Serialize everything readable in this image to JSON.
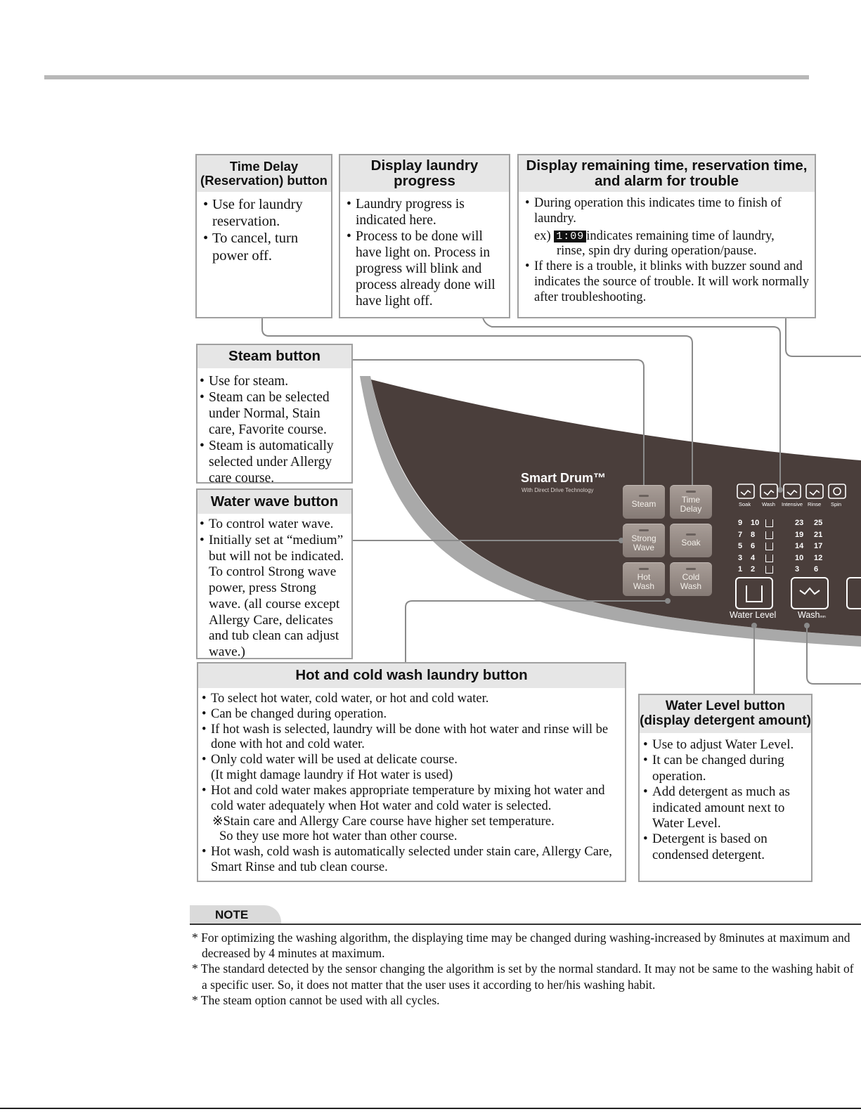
{
  "boxes": {
    "time_delay": {
      "title_line1": "Time Delay",
      "title_line2": "(Reservation) button",
      "items": [
        "Use for laundry reservation.",
        "To cancel, turn power off."
      ]
    },
    "display_progress": {
      "title_line1": "Display laundry",
      "title_line2": "progress",
      "items": [
        "Laundry progress is indicated here.",
        "Process to be done will have light on. Process in progress will blink and process already done will have light off."
      ]
    },
    "display_time": {
      "title_line1": "Display remaining time, reservation time,",
      "title_line2": "and alarm for trouble",
      "item1": "During operation this indicates time to finish of laundry.",
      "item1_ex_prefix": "ex)",
      "item1_ex_lcd": "1:09",
      "item1_ex_text": "indicates remaining time of laundry,",
      "item1_ex_text2": "rinse, spin dry during operation/pause.",
      "item2": "If there is a trouble, it blinks with buzzer sound and indicates the source of  trouble. It will work normally after troubleshooting."
    },
    "steam": {
      "title": "Steam button",
      "items": [
        "Use for steam.",
        "Steam can be selected under Normal, Stain care, Favorite course.",
        "Steam is automatically selected under Allergy care course."
      ]
    },
    "water_wave": {
      "title": "Water wave button",
      "items": [
        "To control water wave.",
        "Initially set at “medium” but will not be indicated. To control Strong wave power, press Strong wave. (all course except Allergy Care, delicates and tub clean can adjust wave.)"
      ]
    },
    "hot_cold": {
      "title": "Hot and cold wash laundry button",
      "items": [
        "To select hot water, cold water, or hot and cold water.",
        "Can be changed during operation.",
        "If hot wash is selected, laundry will be done with hot water and rinse will be done with hot and cold water.",
        "Only cold water will be used at delicate course.",
        "Hot and cold water makes appropriate temperature by mixing hot water and cold water adequately when Hot water and cold water is selected.",
        "Hot wash, cold wash is automatically selected under stain care, Allergy Care, Smart Rinse and tub clean course."
      ],
      "item4_sub": "(It might damage laundry if Hot water is used)",
      "item5_sub1": "※Stain care and Allergy Care course have higher set temperature.",
      "item5_sub2": "So they use more hot water than other course."
    },
    "water_level": {
      "title_line1": "Water Level button",
      "title_line2": "(display detergent amount)",
      "items": [
        "Use to adjust Water Level.",
        "It can be changed during operation.",
        "Add detergent as much as indicated amount next to Water Level.",
        "Detergent is based on condensed detergent."
      ]
    }
  },
  "panel": {
    "brand": "Smart Drum™",
    "brand_sub": "With Direct Drive Technology",
    "buttons": {
      "steam": "Steam",
      "time_delay_1": "Time",
      "time_delay_2": "Delay",
      "strong_wave_1": "Strong",
      "strong_wave_2": "Wave",
      "soak": "Soak",
      "hot_wash_1": "Hot",
      "hot_wash_2": "Wash",
      "cold_wash_1": "Cold",
      "cold_wash_2": "Wash"
    },
    "progress_labels": [
      "Soak",
      "Wash",
      "Intensive",
      "Rinse",
      "Spin"
    ],
    "level_rows": [
      [
        "9",
        "10",
        "23",
        "25"
      ],
      [
        "7",
        "8",
        "19",
        "21"
      ],
      [
        "5",
        "6",
        "14",
        "17"
      ],
      [
        "3",
        "4",
        "10",
        "12"
      ],
      [
        "1",
        "2",
        "3",
        "6"
      ]
    ],
    "water_level_label": "Water Level",
    "wash_label": "Wash",
    "wash_label_sub": "mm"
  },
  "note": {
    "label": "NOTE",
    "items": [
      "* For optimizing the washing algorithm, the displaying time may be changed during washing-increased by 8minutes at maximum and decreased by 4 minutes at maximum.",
      "* The standard detected by the sensor changing the algorithm is set by the normal standard. It may not be same to the washing habit of a specific user. So, it does not matter that the user uses it according to her/his washing habit.",
      "* The steam option cannot be used with all cycles."
    ]
  },
  "colors": {
    "panel": "#4a3e3b",
    "button": "#978b86",
    "header_fill": "#e6e6e6",
    "border": "#a0a0a0"
  }
}
